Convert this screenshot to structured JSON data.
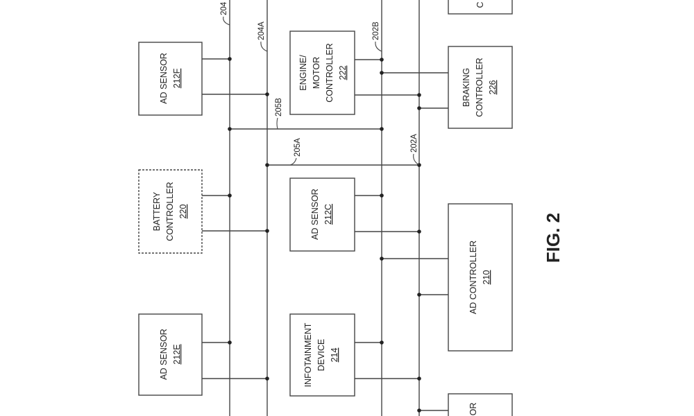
{
  "figure": {
    "label": "FIG. 2",
    "boxes": [
      {
        "id": "ad-sensor-212f",
        "lines": [
          "AD SENSOR"
        ],
        "ref": "212F",
        "dashed": false
      },
      {
        "id": "battery-controller-220",
        "lines": [
          "BATTERY",
          "CONTROLLER"
        ],
        "ref": "220",
        "dashed": true
      },
      {
        "id": "ad-sensor-212e",
        "lines": [
          "AD SENSOR"
        ],
        "ref": "212E",
        "dashed": false
      },
      {
        "id": "engine-motor-controller-222",
        "lines": [
          "ENGINE/",
          "MOTOR",
          "CONTROLLER"
        ],
        "ref": "222",
        "dashed": false
      },
      {
        "id": "ad-sensor-212c",
        "lines": [
          "AD SENSOR"
        ],
        "ref": "212C",
        "dashed": false
      },
      {
        "id": "infotainment-device-214",
        "lines": [
          "INFOTAINMENT",
          "DEVICE"
        ],
        "ref": "214",
        "dashed": false
      },
      {
        "id": "braking-controller-226",
        "lines": [
          "BRAKING",
          "CONTROLLER"
        ],
        "ref": "226",
        "dashed": false
      },
      {
        "id": "ad-controller-210",
        "lines": [
          "AD CONTROLLER"
        ],
        "ref": "210",
        "dashed": false
      },
      {
        "id": "partial-box-top-right",
        "lines": [
          "C"
        ],
        "ref": "",
        "dashed": false
      },
      {
        "id": "partial-box-bottom-right",
        "lines": [
          "OR"
        ],
        "ref": "",
        "dashed": false
      }
    ],
    "bus_labels": [
      {
        "id": "bus-204",
        "text": "204"
      },
      {
        "id": "bus-204a",
        "text": "204A"
      },
      {
        "id": "bus-205b",
        "text": "205B"
      },
      {
        "id": "bus-205a",
        "text": "205A"
      },
      {
        "id": "bus-202b",
        "text": "202B"
      },
      {
        "id": "bus-202a",
        "text": "202A"
      }
    ]
  }
}
